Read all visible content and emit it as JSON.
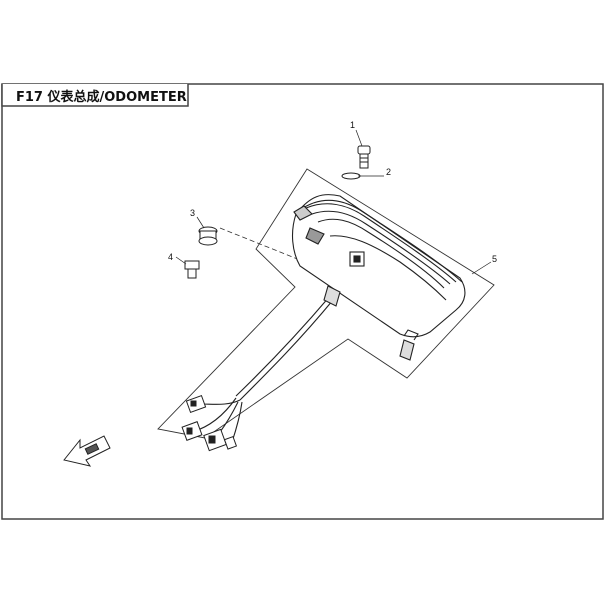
{
  "title": "F17 仪表总成/ODOMETER",
  "callouts": [
    {
      "number": "1",
      "part": "bolt"
    },
    {
      "number": "2",
      "part": "washer"
    },
    {
      "number": "3",
      "part": "grommet"
    },
    {
      "number": "4",
      "part": "collar"
    },
    {
      "number": "5",
      "part": "meter-assembly"
    }
  ],
  "colors": {
    "line": "#222222",
    "frame": "#444444",
    "paper": "#ffffff"
  }
}
